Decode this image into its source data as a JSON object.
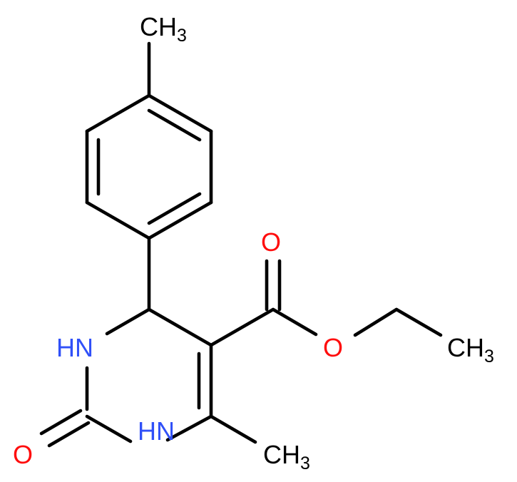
{
  "colors": {
    "bond": "#000000",
    "carbon": "#000000",
    "nitrogen": "#3050F8",
    "oxygen": "#FF0D0D"
  },
  "atoms": {
    "ch3_top": {
      "main": "CH",
      "sub": "3",
      "element": "carbon"
    },
    "o_carbonyl": {
      "main": "O",
      "sub": "",
      "element": "oxygen"
    },
    "o_ester": {
      "main": "O",
      "sub": "",
      "element": "oxygen"
    },
    "ch3_ethyl": {
      "main": "CH",
      "sub": "3",
      "element": "carbon"
    },
    "nh_upper": {
      "main": "HN",
      "sub": "",
      "element": "nitrogen"
    },
    "nh_lower": {
      "main": "HN",
      "sub": "",
      "element": "nitrogen"
    },
    "o_urea": {
      "main": "O",
      "sub": "",
      "element": "oxygen"
    },
    "ch3_ring": {
      "main": "CH",
      "sub": "3",
      "element": "carbon"
    }
  }
}
